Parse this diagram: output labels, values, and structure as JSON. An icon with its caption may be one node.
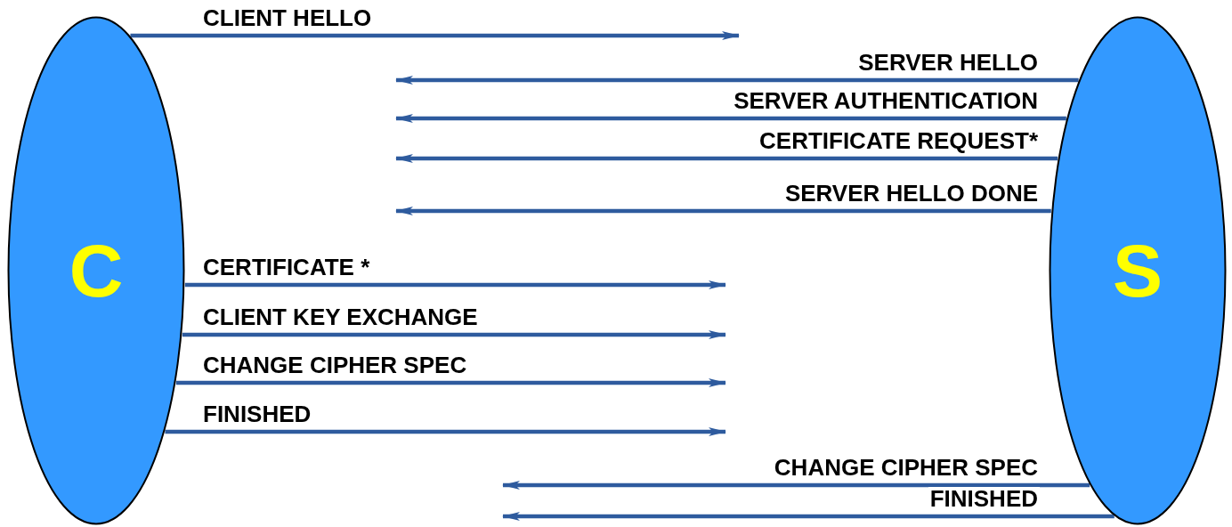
{
  "diagram": {
    "nodes": [
      {
        "text": [
          "C"
        ]
      },
      {
        "text": [
          "S"
        ]
      }
    ],
    "edges": [
      {
        "from": 0,
        "to": null,
        "arrow": "to",
        "label": "CLIENT HELLO"
      },
      {
        "from": 1,
        "to": null,
        "arrow": "to",
        "label": "SERVER HELLO"
      },
      {
        "from": 1,
        "to": null,
        "arrow": "to",
        "label": "SERVER AUTHENTICATION"
      },
      {
        "from": 1,
        "to": null,
        "arrow": "to",
        "label": "CERTIFICATE REQUEST*"
      },
      {
        "from": 1,
        "to": null,
        "arrow": "to",
        "label": "SERVER HELLO DONE"
      },
      {
        "from": 0,
        "to": null,
        "arrow": "to",
        "label": "CERTIFICATE *"
      },
      {
        "from": 0,
        "to": null,
        "arrow": "to",
        "label": "CLIENT KEY EXCHANGE"
      },
      {
        "from": 0,
        "to": null,
        "arrow": "to",
        "label": "CHANGE CIPHER SPEC"
      },
      {
        "from": 0,
        "to": null,
        "arrow": "to",
        "label": "FINISHED"
      },
      {
        "from": 1,
        "to": null,
        "arrow": "to",
        "label": "CHANGE CIPHER SPEC"
      },
      {
        "from": 1,
        "to": null,
        "arrow": "to",
        "label": "FINISHED"
      }
    ]
  }
}
